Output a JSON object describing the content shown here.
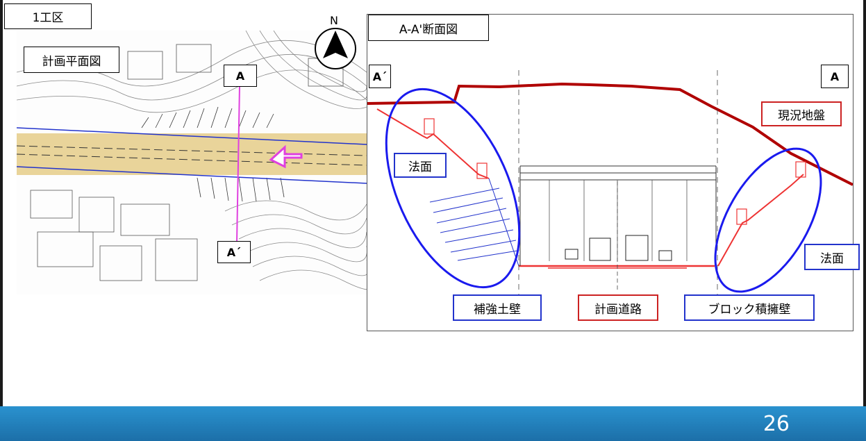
{
  "section_label": "1工区",
  "plan_view": {
    "title": "計画平面図",
    "section_marker_a": "A",
    "section_marker_a_prime": "A´"
  },
  "north_arrow": {
    "letter": "N"
  },
  "cross_section": {
    "title": "A-A'断面図",
    "left_end": "A´",
    "right_end": "A",
    "labels": {
      "existing_ground": "現況地盤",
      "slope_left": "法面",
      "slope_right": "法面",
      "reinforced_earth_wall": "補強土壁",
      "planned_road": "計画道路",
      "block_retaining_wall": "ブロック積擁壁"
    }
  },
  "page_number": "26",
  "colors": {
    "existing_ground_line": "#b00000",
    "highlight_ellipse": "#1a1aee",
    "road_band": "#e9d49a",
    "section_line": "#e040e0",
    "footer": "#1f7cbf"
  }
}
